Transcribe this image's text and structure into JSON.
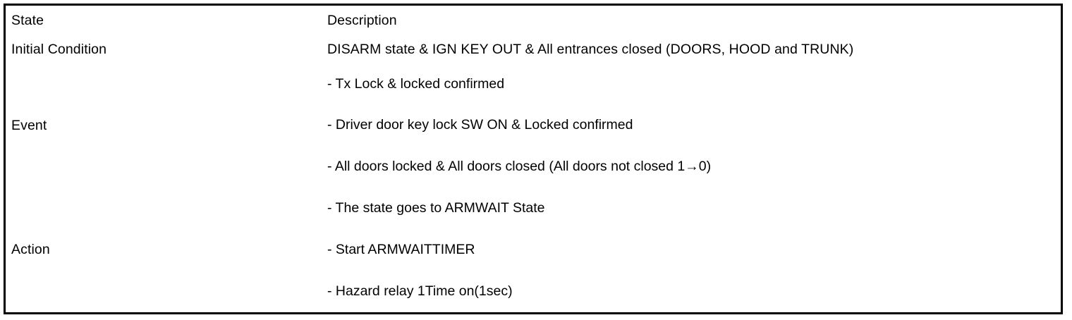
{
  "document": {
    "type": "state-transition-specification-table",
    "columns": [
      "State",
      "Description"
    ]
  },
  "table": {
    "header": {
      "state": "State",
      "description": "Description"
    },
    "rows": [
      {
        "label": "Initial Condition",
        "kind": "single",
        "text": "DISARM state & IGN KEY OUT & All entrances closed (DOORS, HOOD and TRUNK)"
      },
      {
        "label": "Event",
        "kind": "bullets",
        "items": [
          "- Tx Lock & locked confirmed",
          "- Driver door key lock SW ON & Locked confirmed",
          "- All doors locked & All doors closed (All doors not closed 1→0)"
        ]
      },
      {
        "label": "Action",
        "kind": "bullets",
        "items": [
          "- The state goes to ARMWAIT State",
          "- Start ARMWAITTIMER",
          "- Hazard relay 1Time on(1sec)"
        ]
      }
    ]
  },
  "colors": {
    "border": "#000000",
    "text": "#000000",
    "background": "#ffffff"
  }
}
